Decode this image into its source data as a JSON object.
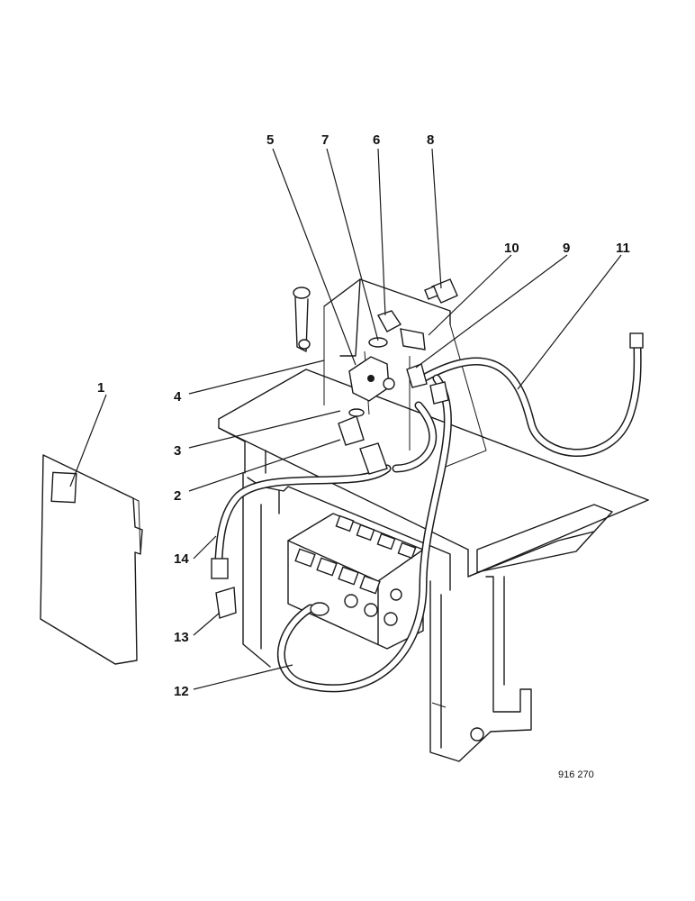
{
  "callouts": [
    "1",
    "2",
    "3",
    "4",
    "5",
    "6",
    "7",
    "8",
    "9",
    "10",
    "11",
    "12",
    "13",
    "14"
  ],
  "drawing_ref": "916 270"
}
